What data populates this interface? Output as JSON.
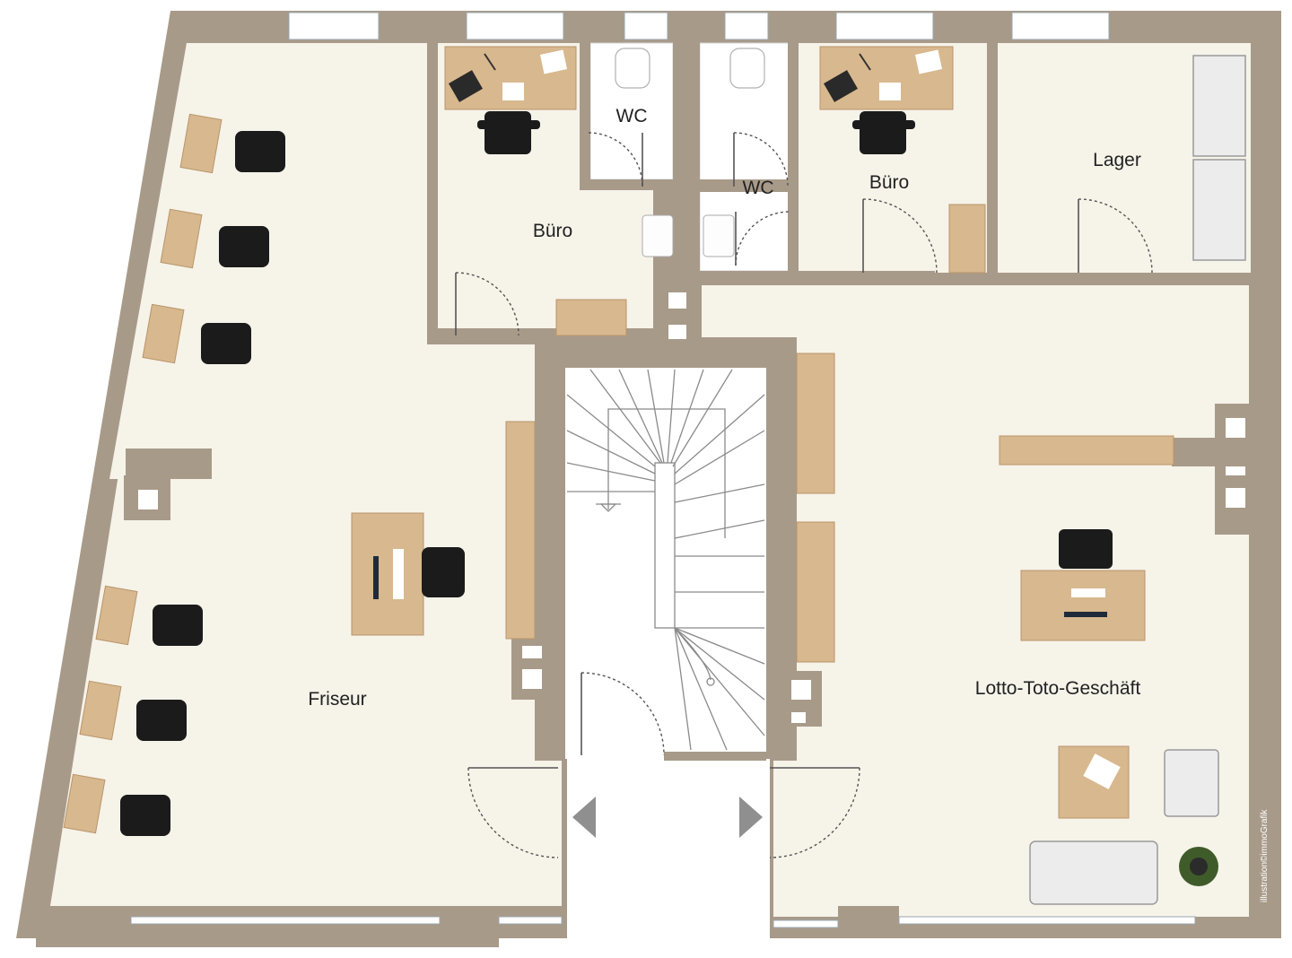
{
  "rooms": {
    "buero_left": "Büro",
    "wc_left": "WC",
    "wc_right": "WC",
    "buero_right": "Büro",
    "lager": "Lager",
    "friseur": "Friseur",
    "lotto": "Lotto-Toto-Geschäft"
  },
  "credit": "illustration©immoGrafik",
  "colors": {
    "wall": "#a89a89",
    "floor": "#f6f3e9",
    "wood": "#d8b88e",
    "chair": "#1b1b1b"
  }
}
